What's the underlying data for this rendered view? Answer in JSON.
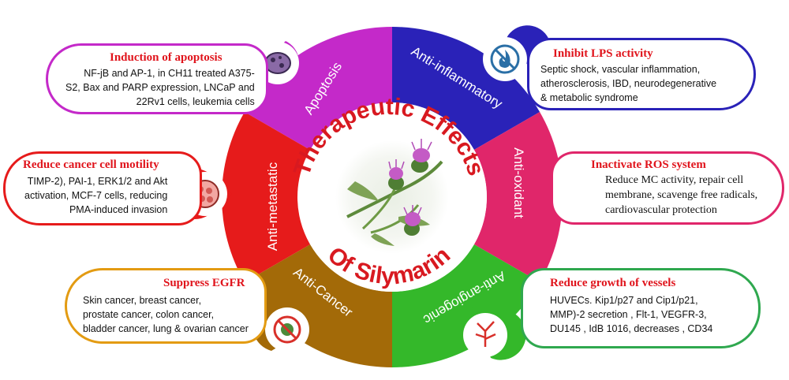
{
  "center": {
    "word1": "Therapeutic",
    "word2": "Effects",
    "word3": "Of",
    "word4": "Silymarin"
  },
  "segments": {
    "apoptosis": "Apoptosis",
    "anti_inflammatory": "Anti-inflammatory",
    "anti_oxidant": "Anti-oxidant",
    "anti_angiogenic": "Anti-angiogenic",
    "anti_cancer": "Anti-Cancer",
    "anti_metastatic": "Anti-metastatic"
  },
  "boxes": {
    "apoptosis": {
      "title": "Induction of apoptosis",
      "lines": [
        "NF-jB and   AP-1, in CH11 treated A375-",
        "S2, Bax and PARP expression, LNCaP and",
        "22Rv1 cells, leukemia cells"
      ]
    },
    "lps": {
      "title": "Inhibit LPS activity",
      "lines": [
        "Septic shock, vascular inflammation,",
        "atherosclerosis, IBD, neurodegenerative",
        "& metabolic syndrome"
      ]
    },
    "ros": {
      "title": "Inactivate ROS system",
      "lines": [
        "Reduce MC activity,  repair cell",
        "membrane, scavenge free radicals,",
        "cardiovascular protection"
      ]
    },
    "vessels": {
      "title": "Reduce growth of vessels",
      "lines": [
        "HUVECs. Kip1/p27 and Cip1/p21,",
        "MMP)-2 secretion , Flt-1, VEGFR-3,",
        "DU145 , IdB 1016, decreases , CD34"
      ]
    },
    "egfr": {
      "title": "Suppress EGFR",
      "lines": [
        "Skin cancer, breast cancer,",
        "prostate cancer, colon cancer,",
        "bladder cancer,  lung & ovarian cancer"
      ]
    },
    "motility": {
      "title": "Reduce cancer cell motility",
      "lines": [
        "TIMP-2), PAI-1, ERK1/2 and Akt",
        "activation, MCF-7 cells, reducing",
        "PMA-induced invasion"
      ]
    }
  },
  "colors": {
    "apoptosis": "#c429c9",
    "anti_inflammatory": "#2a22b8",
    "anti_oxidant": "#e0266a",
    "anti_angiogenic": "#34b82a",
    "anti_cancer": "#a36a08",
    "anti_metastatic": "#e61b1b",
    "title_red": "#e0141c",
    "box_green_border": "#2fa84f",
    "box_orange_border": "#e39b12"
  },
  "icons": [
    "bacteria-icon",
    "no-fire-icon",
    "cell-icon",
    "vessel-icon",
    "no-virus-icon",
    "tumor-cell-icon"
  ]
}
